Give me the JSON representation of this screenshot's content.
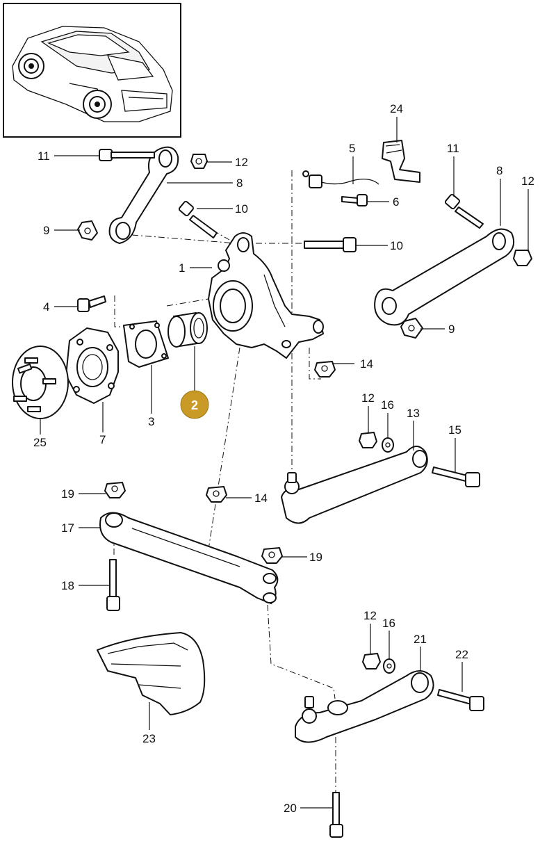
{
  "diagram": {
    "highlight_color": "#c99a25",
    "highlighted_part": "2",
    "callouts": {
      "c1": "1",
      "c2": "2",
      "c3": "3",
      "c4": "4",
      "c5": "5",
      "c6": "6",
      "c7": "7",
      "c8a": "8",
      "c8b": "8",
      "c9a": "9",
      "c9b": "9",
      "c10a": "10",
      "c10b": "10",
      "c11a": "11",
      "c11b": "11",
      "c12a": "12",
      "c12b": "12",
      "c12c": "12",
      "c12d": "12",
      "c13": "13",
      "c14a": "14",
      "c14b": "14",
      "c15": "15",
      "c16a": "16",
      "c16b": "16",
      "c17": "17",
      "c18": "18",
      "c19a": "19",
      "c19b": "19",
      "c20": "20",
      "c21": "21",
      "c22": "22",
      "c23": "23",
      "c24": "24",
      "c25": "25"
    }
  }
}
